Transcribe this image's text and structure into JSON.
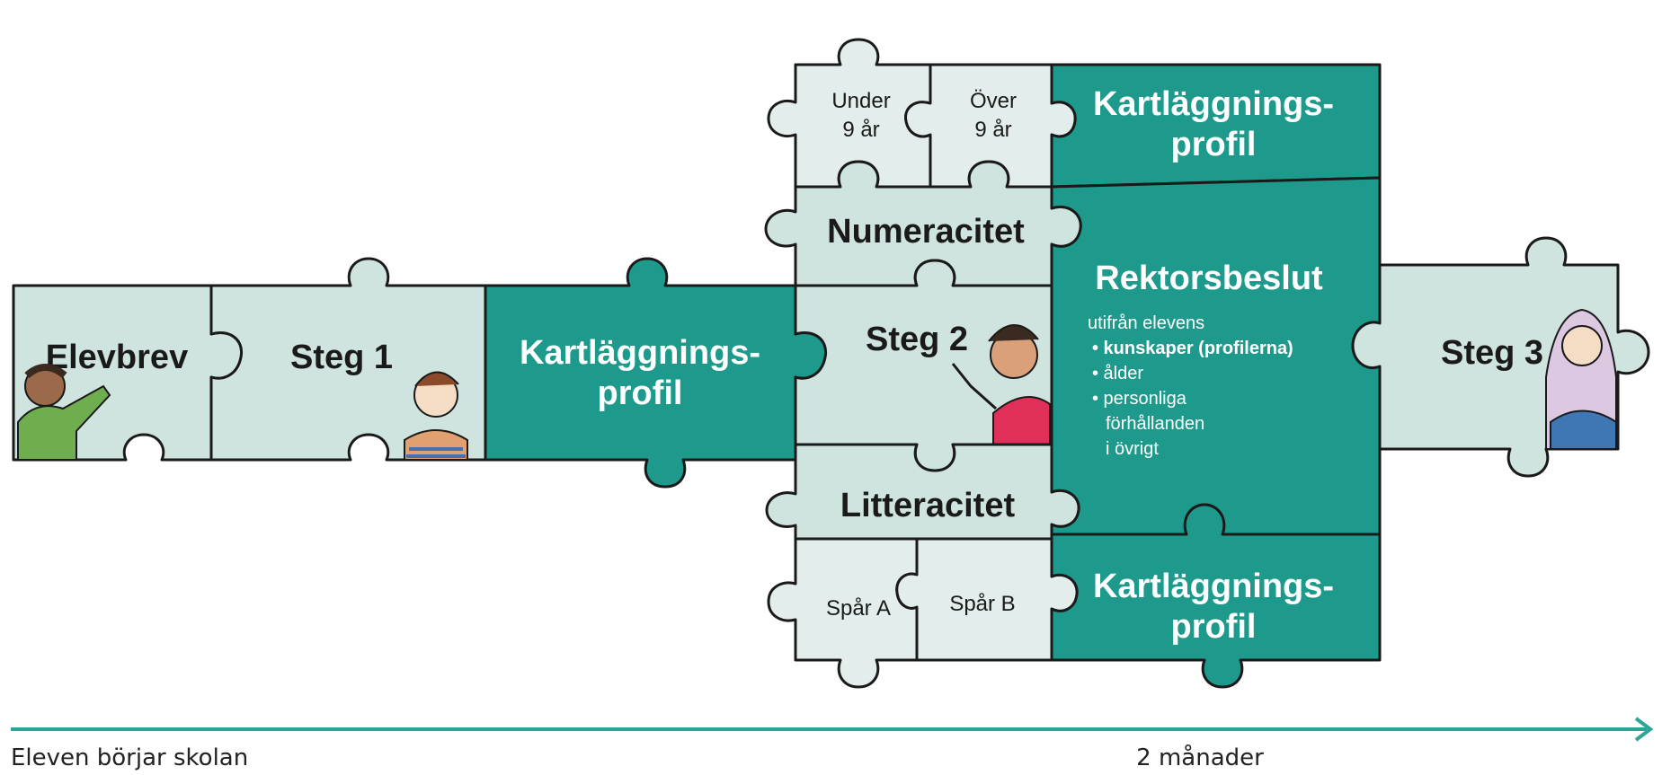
{
  "colors": {
    "light_piece": "#cfe3df",
    "lighter_piece": "#e3eeec",
    "teal_piece": "#1e9a8c",
    "outline": "#1a1a1a",
    "timeline": "#2aa597"
  },
  "pieces": {
    "elevbrev": "Elevbrev",
    "steg1": "Steg 1",
    "kartlaggning_main": [
      "Kartläggnings-",
      "profil"
    ],
    "under9": [
      "Under",
      "9 år"
    ],
    "over9": [
      "Över",
      "9 år"
    ],
    "kartlaggning_top": [
      "Kartläggnings-",
      "profil"
    ],
    "numeracitet": "Numeracitet",
    "steg2": "Steg 2",
    "rektor_title": "Rektorsbeslut",
    "rektor_lines": [
      "utifrån elevens",
      "• kunskaper (profilerna)",
      "• ålder",
      "• personliga",
      "förhållanden",
      "i övrigt"
    ],
    "litteracitet": "Litteracitet",
    "sparA": "Spår A",
    "sparB": "Spår B",
    "kartlaggning_bottom": [
      "Kartläggnings-",
      "profil"
    ],
    "steg3": "Steg 3"
  },
  "timeline": {
    "start_label": "Eleven börjar skolan",
    "end_label": "2 månader"
  },
  "icons": [
    "child-illustration-1",
    "child-illustration-2",
    "child-illustration-3",
    "child-illustration-4",
    "arrow-right-icon"
  ]
}
